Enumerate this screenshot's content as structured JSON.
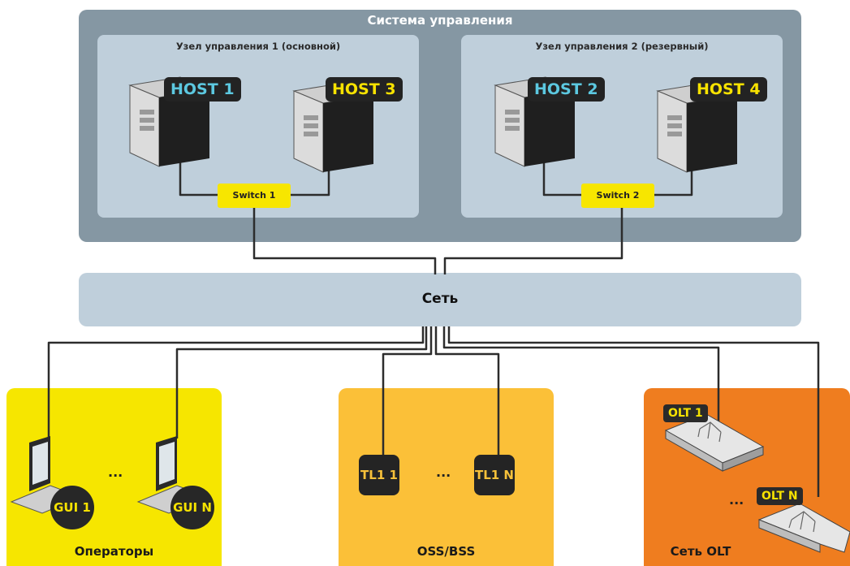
{
  "system": {
    "title": "Система управления"
  },
  "nodes": [
    {
      "title": "Узел управления 1 (основной)",
      "hosts": [
        "HOST 1",
        "HOST 3"
      ],
      "switch": "Switch 1"
    },
    {
      "title": "Узел управления 2 (резервный)",
      "hosts": [
        "HOST 2",
        "HOST 4"
      ],
      "switch": "Switch 2"
    }
  ],
  "network": {
    "label": "Сеть"
  },
  "operators": {
    "label": "Операторы",
    "gui_first": "GUI 1",
    "gui_last": "GUI N",
    "ellipsis": "..."
  },
  "oss": {
    "label": "OSS/BSS",
    "tl1_first": "TL1 1",
    "tl1_last": "TL1 N",
    "ellipsis": "..."
  },
  "olt": {
    "label": "Сеть OLT",
    "olt_first": "OLT 1",
    "olt_last": "OLT N",
    "ellipsis": "..."
  },
  "colors": {
    "system_bg": "#8597a3",
    "node_bg": "#bfcfdb",
    "switch": "#f7e600",
    "operators_bg": "#f6e600",
    "oss_bg": "#fbc038",
    "olt_bg": "#ef7d1f",
    "host_cyan": "#5cc8e0",
    "host_yellow": "#f7e200"
  },
  "icons": [
    "server-icon",
    "workstation-icon",
    "olt-device-icon"
  ]
}
